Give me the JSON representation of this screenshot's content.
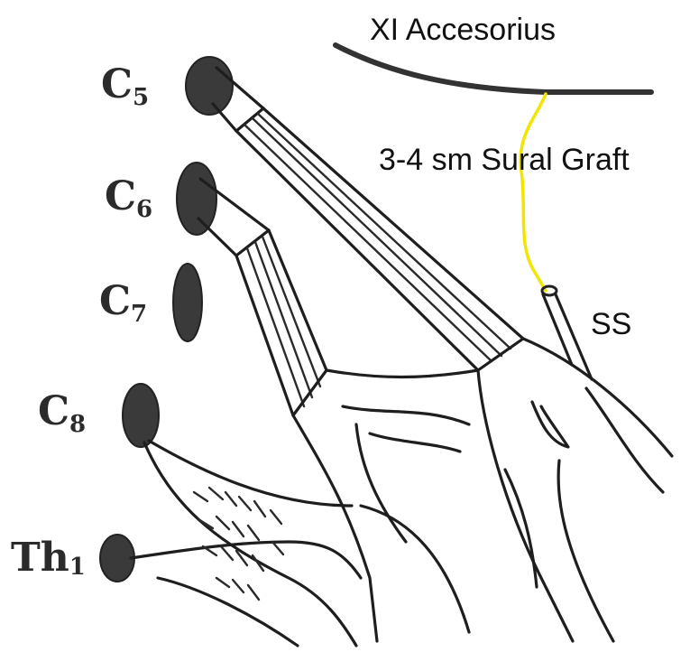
{
  "labels": {
    "accessory_nerve": "XI Accesorius",
    "graft": "3-4 sm Sural Graft",
    "suprascapular": "SS"
  },
  "roots": [
    {
      "letter": "C",
      "sub": "5"
    },
    {
      "letter": "C",
      "sub": "6"
    },
    {
      "letter": "C",
      "sub": "7"
    },
    {
      "letter": "C",
      "sub": "8"
    },
    {
      "letter": "Th",
      "sub": "1"
    }
  ],
  "colors": {
    "graft": "#f2e600",
    "ink": "#1e1e1e",
    "accessory_line": "#333333"
  }
}
